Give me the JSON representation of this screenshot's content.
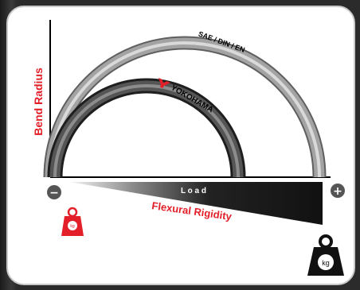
{
  "diagram": {
    "y_axis_label": "Bend Radius",
    "outer_arc_label": "SAE / DIN / EN",
    "inner_arc_brand": "YOKOHAMA",
    "load_label": "L o a d",
    "rigidity_label": "Flexural Rigidity",
    "minus_symbol": "−",
    "plus_symbol": "+",
    "weight_unit_small": "kg",
    "weight_unit_large": "kg"
  },
  "colors": {
    "accent_red": "#e3202a",
    "outer_hose": "#9a9a9a",
    "inner_hose": "#4a4a4a",
    "load_wedge_dark": "#111111",
    "load_wedge_light": "#f2f2f2"
  },
  "icons": [
    "minus-icon",
    "plus-icon",
    "light-weight-icon",
    "heavy-weight-icon",
    "yokohama-logo-icon"
  ]
}
